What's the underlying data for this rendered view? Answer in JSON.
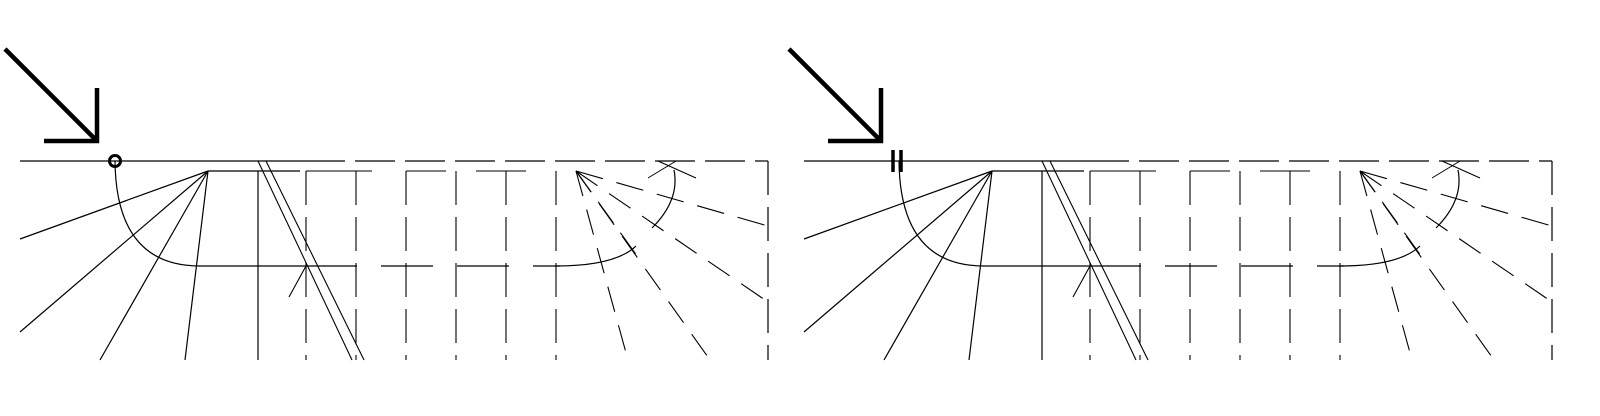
{
  "figure": {
    "stroke_color": "#000000",
    "background_color": "#ffffff",
    "panels": [
      {
        "id": "left",
        "marker": "circle-marker",
        "indicator": "diagonal-arrow"
      },
      {
        "id": "right",
        "marker": "double-tick-marker",
        "indicator": "diagonal-arrow"
      }
    ]
  }
}
